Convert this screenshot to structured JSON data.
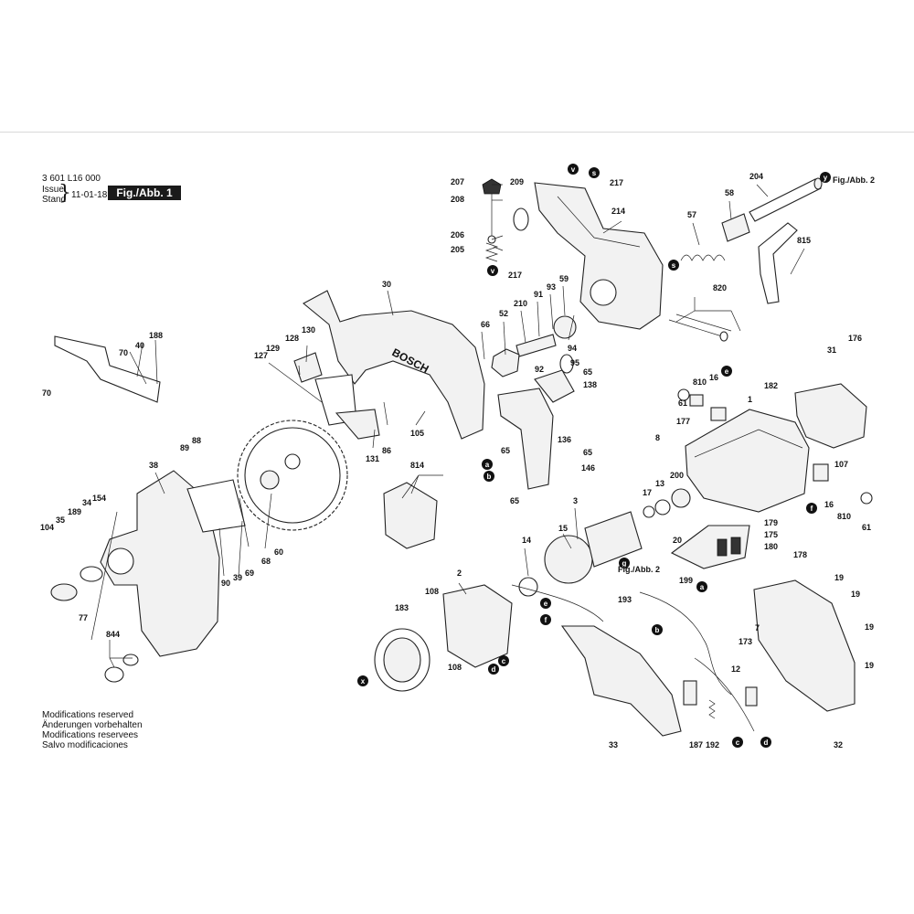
{
  "header": {
    "doc_number": "3 601 L16 000",
    "issue_label": "Issue",
    "stand_label": "Stand",
    "issue_date": "11-01-18",
    "figure": "Fig./Abb. 1"
  },
  "notes": [
    "Modifications reserved",
    "Änderungen vorbehalten",
    "Modifications reservees",
    "Salvo modificaciones"
  ],
  "brand_text": "BOSCH",
  "fig_refs": [
    "Fig./Abb. 2",
    "Fig./Abb. 2"
  ],
  "part_labels": [
    "207",
    "209",
    "217",
    "204",
    "208",
    "214",
    "58",
    "206",
    "205",
    "217",
    "57",
    "815",
    "820",
    "30",
    "66",
    "52",
    "210",
    "91",
    "93",
    "59",
    "94",
    "95",
    "92",
    "65",
    "138",
    "130",
    "128",
    "129",
    "127",
    "70",
    "40",
    "188",
    "70",
    "182",
    "31",
    "176",
    "810",
    "16",
    "61",
    "177",
    "1",
    "8",
    "107",
    "16",
    "810",
    "61",
    "105",
    "86",
    "131",
    "89",
    "88",
    "38",
    "814",
    "65",
    "136",
    "65",
    "146",
    "65",
    "3",
    "17",
    "13",
    "200",
    "179",
    "175",
    "180",
    "20",
    "15",
    "14",
    "178",
    "19",
    "19",
    "19",
    "19",
    "154",
    "34",
    "35",
    "189",
    "104",
    "77",
    "90",
    "39",
    "69",
    "68",
    "60",
    "108",
    "108",
    "2",
    "183",
    "844",
    "199",
    "193",
    "173",
    "7",
    "12",
    "187",
    "192",
    "33",
    "32"
  ],
  "markers": [
    "v",
    "s",
    "y",
    "v",
    "s",
    "e",
    "a",
    "b",
    "f",
    "a",
    "e",
    "f",
    "c",
    "d",
    "g",
    "b",
    "c",
    "d",
    "x"
  ],
  "icons": [
    "circle-marker-icon",
    "ref-arrow-icon"
  ]
}
